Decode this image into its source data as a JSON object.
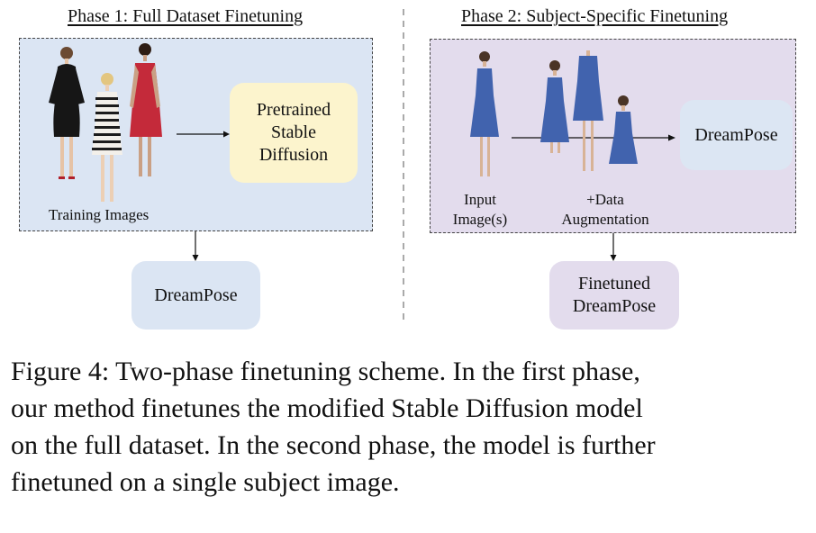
{
  "phase1": {
    "title": "Phase 1: Full Dataset Finetuning",
    "images_label": "Training Images",
    "stable_diffusion_box": [
      "Pretrained",
      "Stable",
      "Diffusion"
    ],
    "output_box": "DreamPose",
    "colors": {
      "panel": "#dbe5f3",
      "sd_box": "#fcf4cd",
      "output_box": "#dbe5f3"
    }
  },
  "phase2": {
    "title": "Phase 2: Subject-Specific Finetuning",
    "input_label": [
      "Input",
      "Image(s)"
    ],
    "augmentation_label": [
      "+Data",
      "Augmentation"
    ],
    "dreampose_box": "DreamPose",
    "output_box": [
      "Finetuned",
      "DreamPose"
    ],
    "colors": {
      "panel": "#e3dced",
      "dreampose_box": "#dce6f3",
      "output_box": "#e3dced",
      "dress": "#4163ae"
    }
  },
  "caption": [
    "Figure 4: Two-phase finetuning scheme. In the first phase,",
    "our method finetunes the modified Stable Diffusion model",
    "on the full dataset. In the second phase, the model is further",
    "finetuned on a single subject image."
  ]
}
